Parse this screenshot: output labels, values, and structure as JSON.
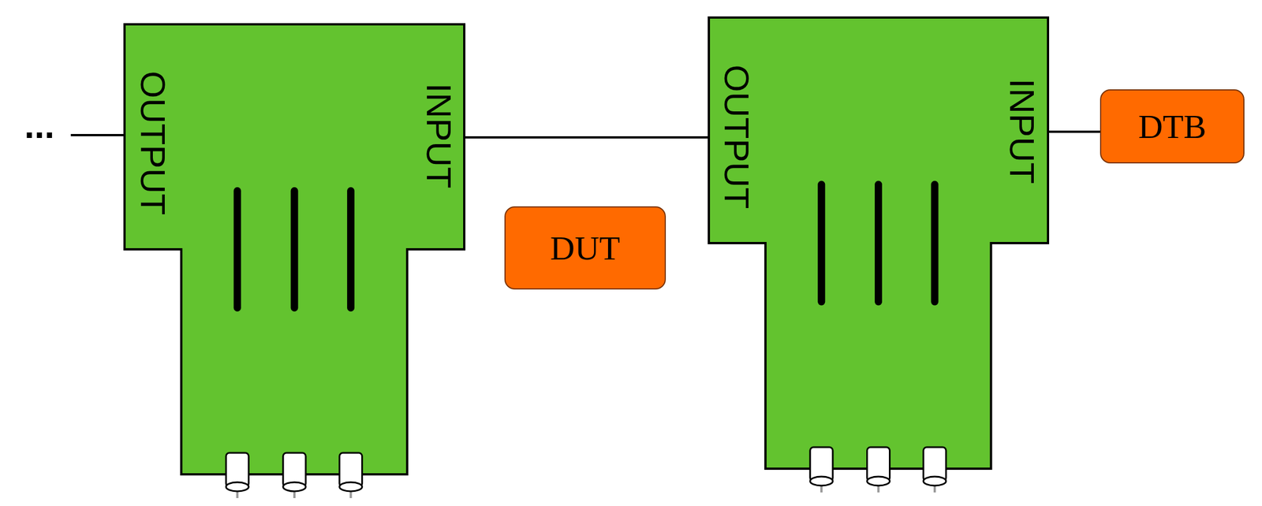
{
  "diagram": {
    "nodes": [
      {
        "text": [
          "OUTPUT",
          "INPUT"
        ]
      },
      {
        "text": [
          "DUT"
        ]
      },
      {
        "text": [
          "OUTPUT",
          "INPUT"
        ]
      },
      {
        "text": [
          "DTB"
        ]
      }
    ],
    "edges": [
      {
        "from": 0,
        "to": 2,
        "arrow": "none"
      },
      {
        "from": 2,
        "to": 3,
        "arrow": "none"
      }
    ],
    "labels": [
      "..."
    ]
  }
}
